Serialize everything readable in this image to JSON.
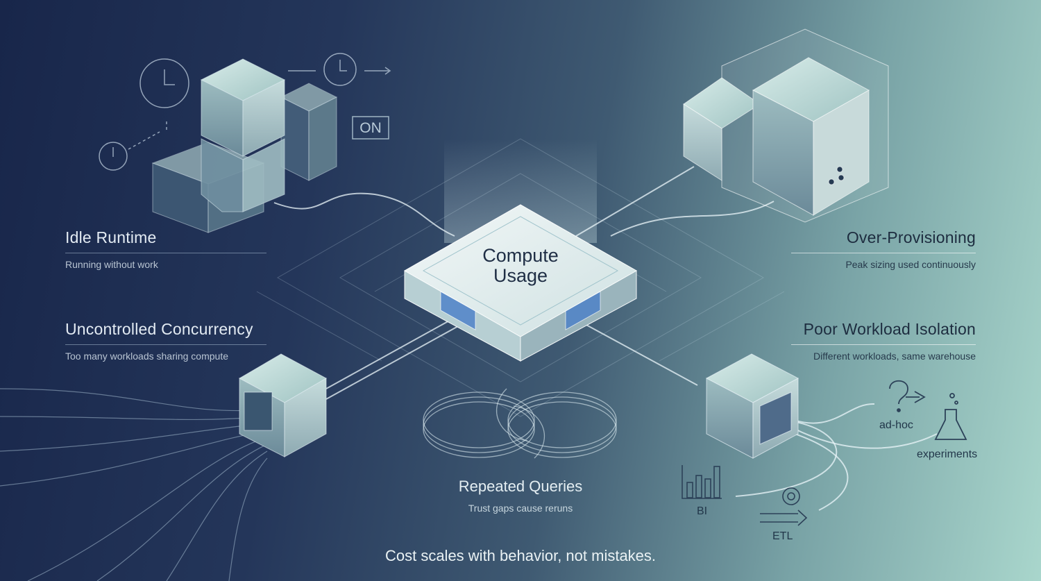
{
  "center": {
    "title_line1": "Compute",
    "title_line2": "Usage"
  },
  "badge_on": "ON",
  "sections": {
    "idle_runtime": {
      "title": "Idle Runtime",
      "subtitle": "Running without work"
    },
    "uncontrolled_concurrency": {
      "title": "Uncontrolled Concurrency",
      "subtitle": "Too many workloads sharing compute"
    },
    "over_provisioning": {
      "title": "Over-Provisioning",
      "subtitle": "Peak sizing used continuously"
    },
    "poor_workload_isolation": {
      "title": "Poor Workload Isolation",
      "subtitle": "Different workloads, same warehouse"
    },
    "repeated_queries": {
      "title": "Repeated Queries",
      "subtitle": "Trust gaps cause reruns"
    }
  },
  "workloads": {
    "adhoc": "ad-hoc",
    "experiments": "experiments",
    "bi": "BI",
    "etl": "ETL"
  },
  "tagline": "Cost scales with behavior, not mistakes.",
  "colors": {
    "bg_dark": "#18264a",
    "bg_light": "#a9d6cc",
    "accent_blue": "#4a7fc8"
  }
}
